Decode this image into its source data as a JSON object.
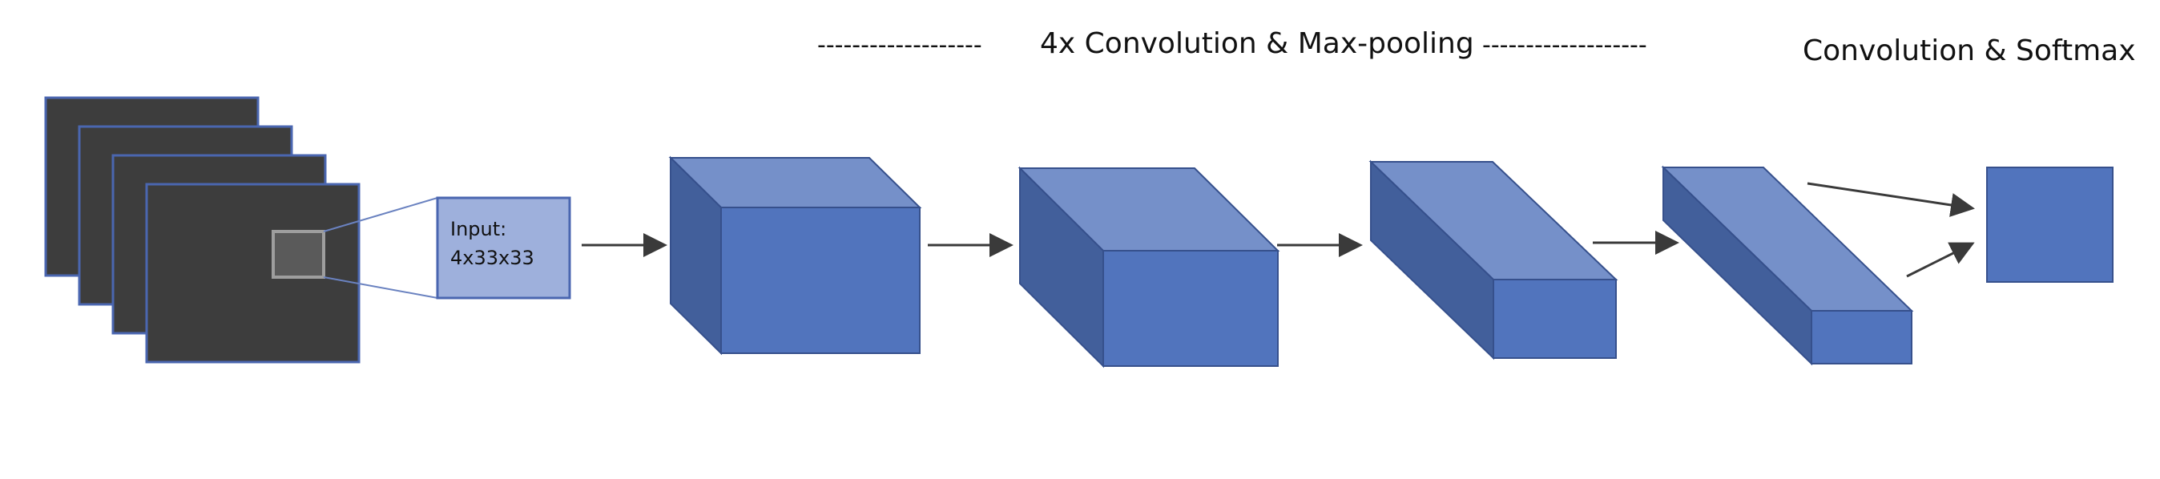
{
  "labels": {
    "header_left_dashes": "-------------------",
    "header_title": "4x Convolution & Max-pooling",
    "header_right_dashes": "-------------------",
    "right_title": "Convolution & Softmax",
    "input_line1": "Input:",
    "input_line2": "4x33x33"
  },
  "colors": {
    "slice_fill": "#3d3d3d",
    "slice_stroke": "#4a66b0",
    "patch_fill": "#5a5a5a",
    "patch_stroke": "#9e9e9e",
    "input_fill": "#9eb0dc",
    "input_stroke": "#4a66b0",
    "cube_front": "#5174bd",
    "cube_top": "#7590c9",
    "cube_side": "#425f9b",
    "cube_edge": "#36508c",
    "arrow": "#3a3a3a",
    "text": "#111111"
  }
}
